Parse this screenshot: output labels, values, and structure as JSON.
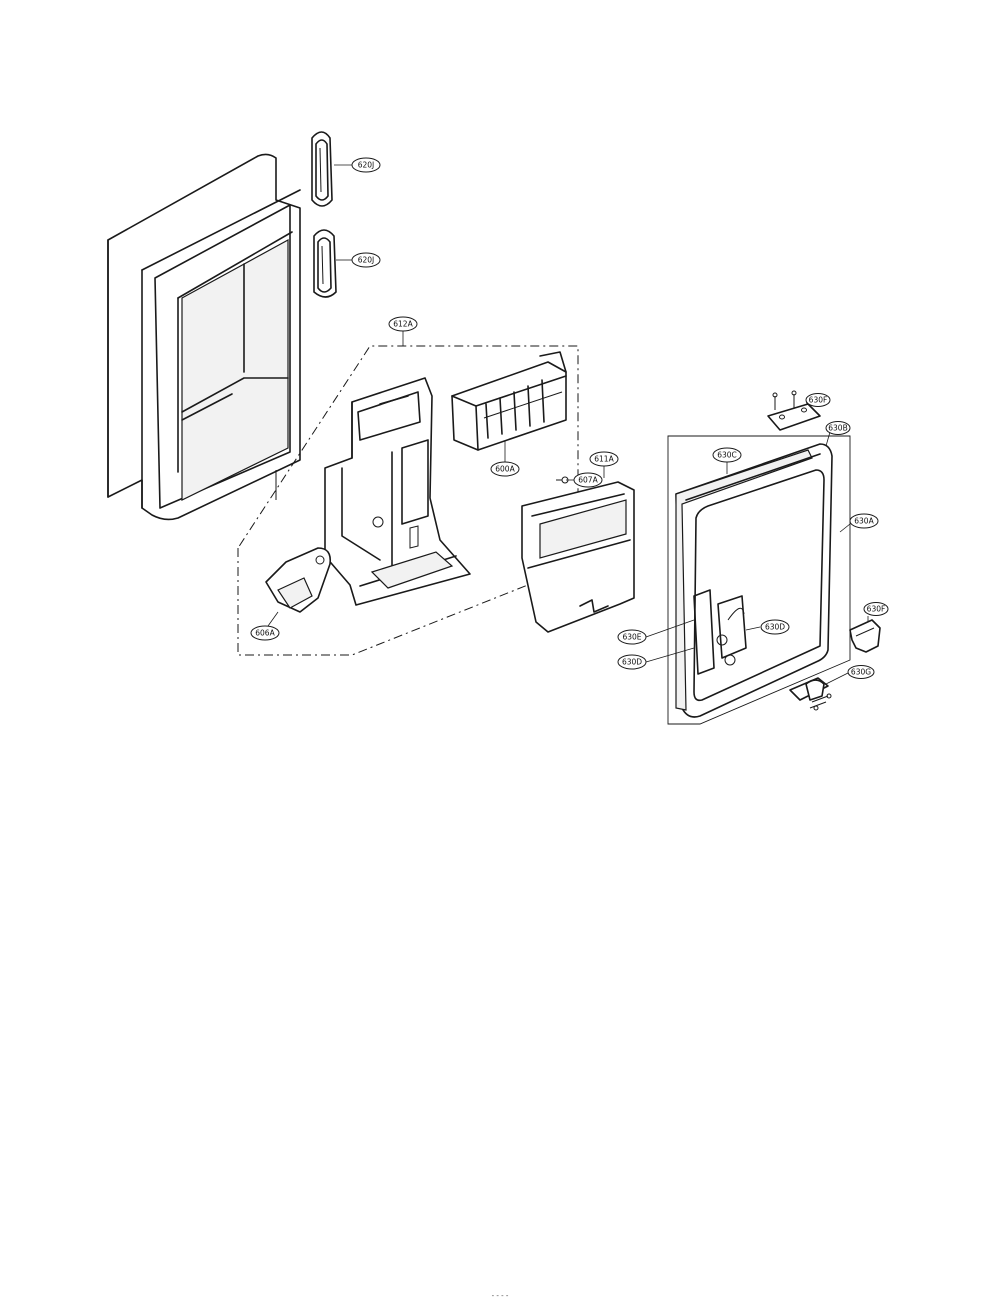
{
  "callouts": {
    "c620J_top": "620J",
    "c620J_mid": "620J",
    "c612A": "612A",
    "c600A": "600A",
    "c607A": "607A",
    "c611A": "611A",
    "c606A": "606A",
    "c630C": "630C",
    "c630F_top": "630F",
    "c630B": "630B",
    "c630A": "630A",
    "c630F_right": "630F",
    "c630E": "630E",
    "c630D_left": "630D",
    "c630D_right": "630D",
    "c630G": "630G"
  },
  "footer": {
    "page_mark": "- - - -"
  }
}
